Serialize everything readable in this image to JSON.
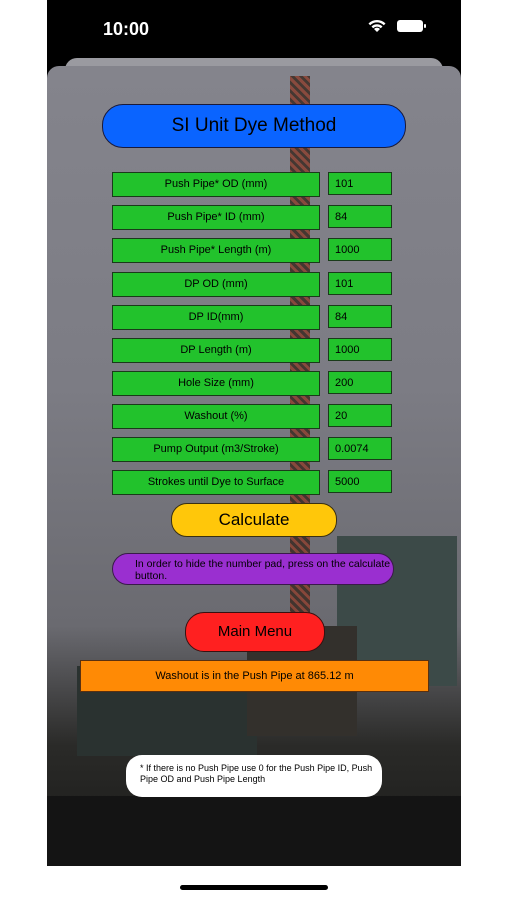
{
  "status_bar": {
    "time": "10:00"
  },
  "title": "SI Unit Dye Method",
  "fields": [
    {
      "label": "Push Pipe* OD (mm)",
      "value": "101"
    },
    {
      "label": "Push Pipe* ID (mm)",
      "value": "84"
    },
    {
      "label": "Push Pipe* Length (m)",
      "value": "1000"
    },
    {
      "label": "DP OD (mm)",
      "value": "101"
    },
    {
      "label": "DP ID(mm)",
      "value": "84"
    },
    {
      "label": "DP Length (m)",
      "value": "1000"
    },
    {
      "label": "Hole Size (mm)",
      "value": "200"
    },
    {
      "label": "Washout (%)",
      "value": "20"
    },
    {
      "label": "Pump Output (m3/Stroke)",
      "value": "0.0074"
    },
    {
      "label": "Strokes until Dye to Surface",
      "value": "5000"
    }
  ],
  "calculate_label": "Calculate",
  "hint_text": "In order to hide the number pad, press on the calculate button.",
  "main_menu_label": "Main Menu",
  "result_text": "Washout is in the Push Pipe at 865.12 m",
  "note_text": "* If there is no Push Pipe use 0 for the Push Pipe ID, Push Pipe OD and Push Pipe Length",
  "colors": {
    "title_button": "#0a64ff",
    "field": "#22c22c",
    "calculate": "#ffc70a",
    "hint": "#9a2fd0",
    "main_menu": "#ff2020",
    "result": "#ff8a05"
  }
}
